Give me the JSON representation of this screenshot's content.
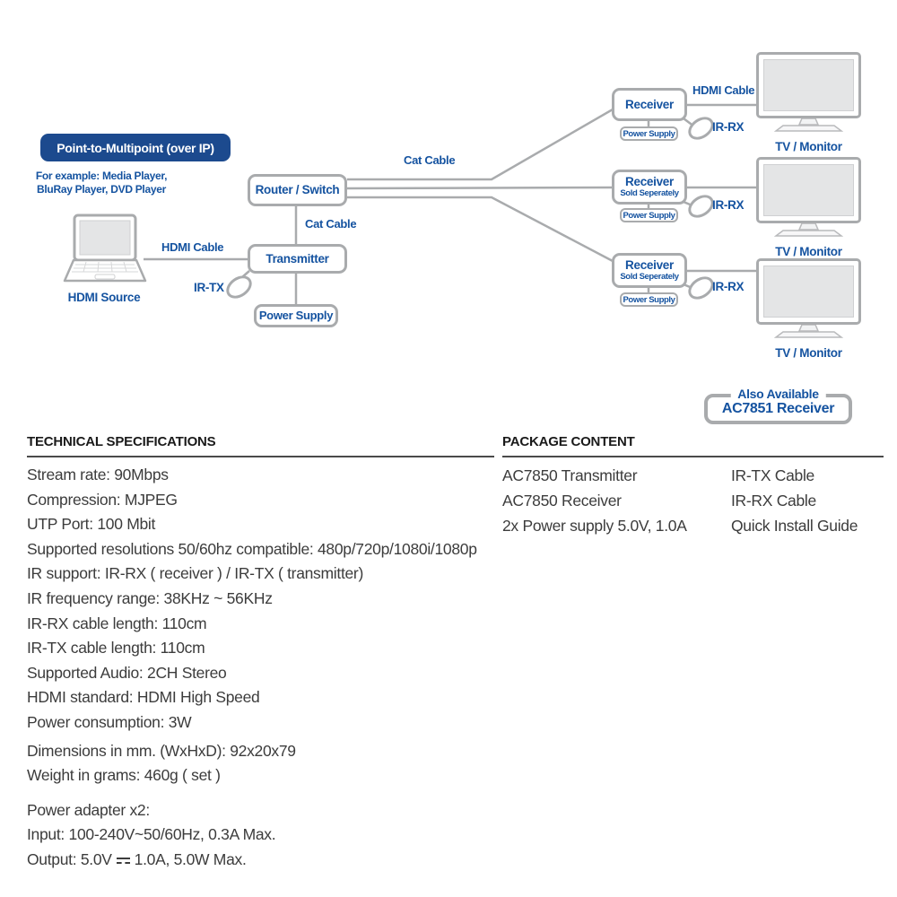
{
  "colors": {
    "brand_blue_text": "#1553a0",
    "badge_blue": "#1c4a8e",
    "line_gray": "#a9abad",
    "body_text": "#3c3c3c"
  },
  "diagram": {
    "badge_label": "Point-to-Multipoint (over IP)",
    "example_text_line1": "For example: Media Player,",
    "example_text_line2": "BluRay Player, DVD Player",
    "hdmi_source_label": "HDMI Source",
    "hdmi_cable_label_source": "HDMI Cable",
    "ir_tx_label": "IR-TX",
    "router_switch_label": "Router / Switch",
    "cat_cable_label_top": "Cat Cable",
    "cat_cable_label_mid": "Cat Cable",
    "transmitter_label": "Transmitter",
    "transmitter_power_label": "Power Supply",
    "receivers": [
      {
        "title": "Receiver",
        "power_label": "Power Supply",
        "ir_label": "IR-RX",
        "hdmi_cable_label": "HDMI Cable",
        "tv_label": "TV / Monitor"
      },
      {
        "title": "Receiver",
        "subtitle": "Sold Seperately",
        "power_label": "Power Supply",
        "ir_label": "IR-RX",
        "tv_label": "TV / Monitor"
      },
      {
        "title": "Receiver",
        "subtitle": "Sold Seperately",
        "power_label": "Power Supply",
        "ir_label": "IR-RX",
        "tv_label": "TV / Monitor"
      }
    ],
    "also_available": {
      "title": "Also Available",
      "product": "AC7851 Receiver"
    }
  },
  "tech_specs": {
    "heading": "TECHNICAL SPECIFICATIONS",
    "lines": [
      "Stream rate: 90Mbps",
      "Compression: MJPEG",
      "UTP Port: 100 Mbit",
      "Supported resolutions 50/60hz compatible: 480p/720p/1080i/1080p",
      "IR support: IR-RX ( receiver ) / IR-TX ( transmitter)",
      "IR frequency range: 38KHz ~ 56KHz",
      "IR-RX cable length: 110cm",
      "IR-TX cable length: 110cm",
      "Supported Audio: 2CH Stereo",
      "HDMI standard: HDMI High Speed",
      "Power consumption: 3W"
    ],
    "dimensions_line": "Dimensions in mm. (WxHxD): 92x20x79",
    "weight_line": "Weight in grams: 460g ( set )",
    "adapter_line1": "Power adapter x2:",
    "adapter_line2": "Input: 100-240V~50/60Hz, 0.3A Max.",
    "output_prefix": "Output: 5.0V",
    "output_suffix": "1.0A, 5.0W Max."
  },
  "package_content": {
    "heading": "PACKAGE CONTENT",
    "items_left": [
      "AC7850 Transmitter",
      "AC7850 Receiver",
      "2x Power supply 5.0V,  1.0A"
    ],
    "items_right": [
      "IR-TX Cable",
      "IR-RX Cable",
      "Quick Install Guide"
    ]
  }
}
